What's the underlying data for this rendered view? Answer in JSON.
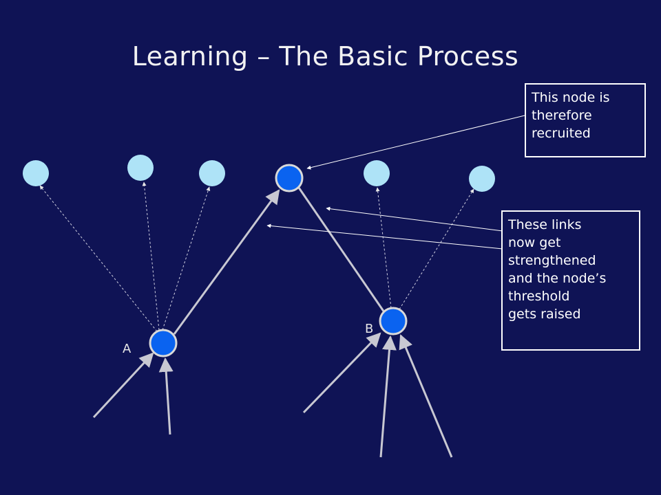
{
  "slide": {
    "title": "Learning – The Basic Process",
    "node_labels": {
      "a": "A",
      "b": "B"
    },
    "callout_recruited": [
      "This node is",
      "therefore",
      "recruited"
    ],
    "callout_links": [
      "These links",
      "now get",
      "strengthened",
      "and the node’s",
      "threshold",
      "gets raised"
    ]
  },
  "colors": {
    "background": "#0f1355",
    "inactive_node": "#aee3f7",
    "active_node": "#0a63f0",
    "active_node_border": "#d9d9d9",
    "link": "#c8c8d2",
    "arrow": "#ffffff"
  }
}
